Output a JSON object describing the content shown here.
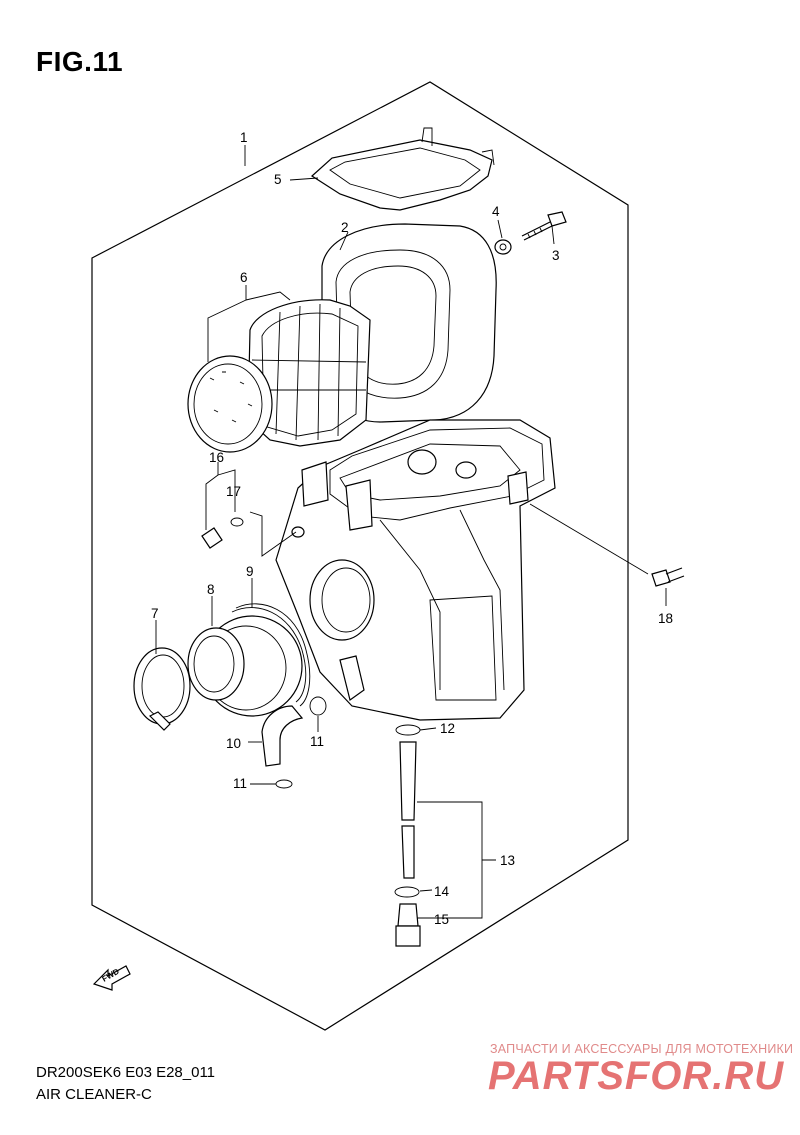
{
  "figure": {
    "title": "FIG.11"
  },
  "footer": {
    "code": "DR200SEK6 E03 E28_011",
    "name": "AIR CLEANER-C"
  },
  "watermark": {
    "tagline": "ЗАПЧАСТИ И АКСЕССУАРЫ ДЛЯ МОТОТЕХНИКИ",
    "logo": "PARTSFOR.RU",
    "color": "#e57373"
  },
  "fwd_label": "FWD",
  "callouts": {
    "c1": "1",
    "c2": "2",
    "c3": "3",
    "c4": "4",
    "c5": "5",
    "c6": "6",
    "c7": "7",
    "c8": "8",
    "c9": "9",
    "c10": "10",
    "c11a": "11",
    "c11b": "11",
    "c12": "12",
    "c13": "13",
    "c14": "14",
    "c15": "15",
    "c16": "16",
    "c17": "17",
    "c18": "18"
  }
}
